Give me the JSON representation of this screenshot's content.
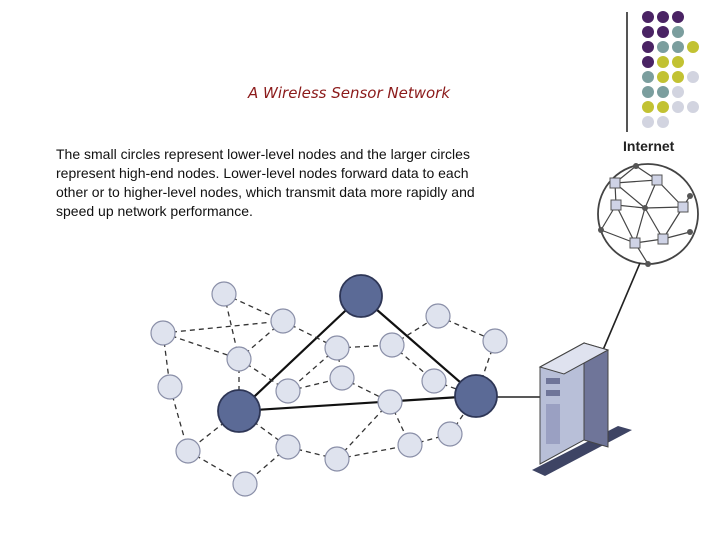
{
  "slide": {
    "title": "A Wireless Sensor Network",
    "description": "The small circles represent lower-level nodes and the larger circles represent high-end nodes. Lower-level nodes forward data to each other or to higher-level nodes, which transmit data more rapidly and speed up network performance."
  },
  "diagram": {
    "internet_label": "Internet"
  },
  "colors": {
    "title": "#8b1a1a",
    "high_end_node": "#5b6a96",
    "low_level_node": "#dfe3ee",
    "server": "#8f95b8",
    "dot_purple": "#4a2364",
    "dot_teal": "#7b9e9e",
    "dot_olive": "#c2c232",
    "dot_light": "#d2d4e0"
  }
}
